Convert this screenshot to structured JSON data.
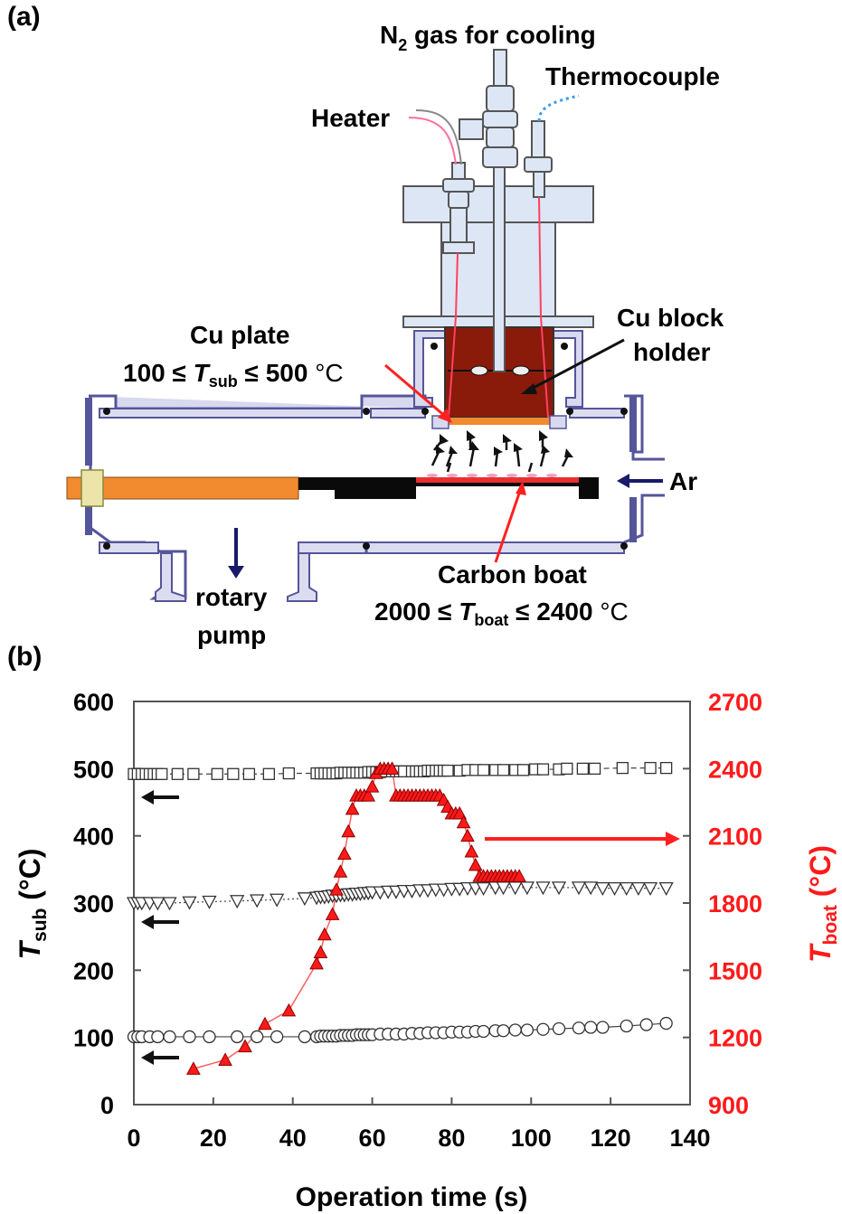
{
  "panel_a": {
    "label": "(a)",
    "n2_prefix": "N",
    "n2_sub": "2",
    "n2_suffix": " gas for cooling",
    "thermocouple": "Thermocouple",
    "heater": "Heater",
    "cu_plate": "Cu plate",
    "tsub_range_left": "100 ≤ ",
    "tsub_T": "T",
    "tsub_sub": "sub",
    "tsub_range_right": " ≤ 500 ",
    "tsub_unit": "°C",
    "cu_block_line1": "Cu block",
    "cu_block_line2": "holder",
    "ar": "Ar",
    "rotary_line1": "rotary",
    "rotary_line2": "pump",
    "carbon_boat": "Carbon boat",
    "tboat_range_left": "2000 ≤ ",
    "tboat_T": "T",
    "tboat_sub": "boat",
    "tboat_range_right": " ≤ 2400 ",
    "tboat_unit": "°C"
  },
  "panel_b": {
    "label": "(b)",
    "colors": {
      "boat": "#ff1a1a",
      "sub": "#000000"
    }
  },
  "chart_data": {
    "type": "scatter",
    "xlabel": "Operation time (s)",
    "ylabel_left_T": "T",
    "ylabel_left_sub": "sub",
    "ylabel_left_unit": " (°C)",
    "ylabel_right_T": "T",
    "ylabel_right_sub": "boat",
    "ylabel_right_unit": " (°C)",
    "xlim": [
      0,
      140
    ],
    "xticks": [
      0,
      20,
      40,
      60,
      80,
      100,
      120,
      140
    ],
    "ylim_left": [
      0,
      600
    ],
    "yticks_left": [
      0,
      100,
      200,
      300,
      400,
      500,
      600
    ],
    "ylim_right": [
      900,
      2700
    ],
    "yticks_right": [
      900,
      1200,
      1500,
      1800,
      2100,
      2400,
      2700
    ],
    "series": [
      {
        "marker": "square",
        "axis": "left",
        "line": "dashed",
        "x": [
          0,
          1,
          2,
          3,
          4,
          5,
          6,
          7,
          11,
          15,
          21,
          25,
          29,
          34,
          39,
          46,
          47,
          48,
          49,
          50,
          51,
          52,
          53,
          54,
          55,
          56,
          57,
          58,
          59,
          60,
          61,
          62,
          63,
          65,
          66,
          67,
          68,
          70,
          71,
          72,
          73,
          74,
          75,
          76,
          77,
          78,
          79,
          82,
          84,
          86,
          88,
          91,
          93,
          96,
          98,
          101,
          103,
          107,
          109,
          113,
          116,
          123,
          130,
          134
        ],
        "y": [
          492,
          492,
          492,
          492,
          492,
          492,
          492,
          492,
          492,
          492,
          492,
          492,
          492,
          492,
          493,
          493,
          493,
          493,
          493,
          493,
          493,
          494,
          494,
          494,
          494,
          494,
          494,
          494,
          495,
          495,
          495,
          495,
          496,
          496,
          496,
          496,
          496,
          496,
          496,
          496,
          496,
          497,
          497,
          497,
          497,
          497,
          497,
          497,
          498,
          498,
          498,
          498,
          498,
          498,
          498,
          499,
          499,
          499,
          500,
          500,
          500,
          501,
          501,
          501
        ]
      },
      {
        "marker": "triangle-down",
        "axis": "left",
        "line": "dotted",
        "x": [
          0,
          1,
          2,
          4,
          6,
          9,
          14,
          19,
          26,
          31,
          36,
          43,
          46,
          47,
          48,
          49,
          50,
          51,
          52,
          53,
          54,
          55,
          56,
          57,
          58,
          59,
          60,
          62,
          64,
          66,
          68,
          70,
          72,
          74,
          76,
          78,
          80,
          82,
          84,
          86,
          88,
          91,
          93,
          96,
          99,
          103,
          107,
          112,
          115,
          118,
          121,
          124,
          127,
          130,
          134
        ],
        "y": [
          300,
          300,
          300,
          300,
          300,
          300,
          301,
          302,
          303,
          304,
          305,
          307,
          308,
          309,
          309,
          310,
          311,
          311,
          312,
          312,
          313,
          313,
          314,
          314,
          315,
          315,
          316,
          316,
          317,
          317,
          318,
          318,
          319,
          319,
          320,
          320,
          321,
          321,
          322,
          322,
          322,
          323,
          323,
          323,
          323,
          323,
          323,
          323,
          323,
          322,
          322,
          322,
          322,
          322,
          322
        ]
      },
      {
        "marker": "circle",
        "axis": "left",
        "line": "solid",
        "x": [
          0,
          1,
          2,
          4,
          6,
          9,
          14,
          19,
          26,
          31,
          36,
          43,
          46,
          47,
          48,
          49,
          50,
          51,
          52,
          53,
          54,
          55,
          56,
          57,
          58,
          59,
          60,
          62,
          64,
          66,
          68,
          70,
          72,
          74,
          76,
          78,
          80,
          82,
          84,
          86,
          88,
          91,
          93,
          96,
          99,
          103,
          107,
          112,
          115,
          118,
          124,
          129,
          134
        ],
        "y": [
          101,
          101,
          101,
          101,
          101,
          101,
          101,
          101,
          101,
          101,
          101,
          101,
          101,
          102,
          102,
          102,
          102,
          102,
          103,
          103,
          103,
          103,
          104,
          104,
          104,
          104,
          104,
          105,
          105,
          105,
          105,
          106,
          106,
          107,
          107,
          107,
          108,
          108,
          108,
          109,
          109,
          110,
          110,
          111,
          111,
          112,
          113,
          114,
          115,
          115,
          117,
          119,
          121
        ]
      },
      {
        "marker": "triangle-up",
        "axis": "right",
        "line": "solid",
        "x": [
          15,
          23,
          28,
          33,
          39,
          46,
          47,
          48,
          50,
          51,
          52,
          53,
          54,
          55,
          56,
          57,
          58,
          59,
          60,
          61,
          62,
          63,
          64,
          65,
          66,
          67,
          68,
          69,
          70,
          71,
          72,
          73,
          74,
          75,
          76,
          77,
          78,
          79,
          80,
          81,
          82,
          83,
          84,
          85,
          86,
          87,
          88,
          89,
          90,
          91,
          92,
          93,
          94,
          95,
          96,
          97
        ],
        "y": [
          1060,
          1100,
          1160,
          1260,
          1320,
          1530,
          1580,
          1660,
          1750,
          1860,
          1940,
          2020,
          2120,
          2220,
          2280,
          2280,
          2280,
          2280,
          2320,
          2380,
          2400,
          2400,
          2400,
          2400,
          2280,
          2280,
          2280,
          2280,
          2280,
          2280,
          2280,
          2280,
          2280,
          2280,
          2280,
          2280,
          2260,
          2230,
          2200,
          2200,
          2200,
          2160,
          2100,
          2030,
          1970,
          1920,
          1920,
          1920,
          1920,
          1920,
          1920,
          1920,
          1920,
          1920,
          1920,
          1920
        ]
      }
    ]
  }
}
